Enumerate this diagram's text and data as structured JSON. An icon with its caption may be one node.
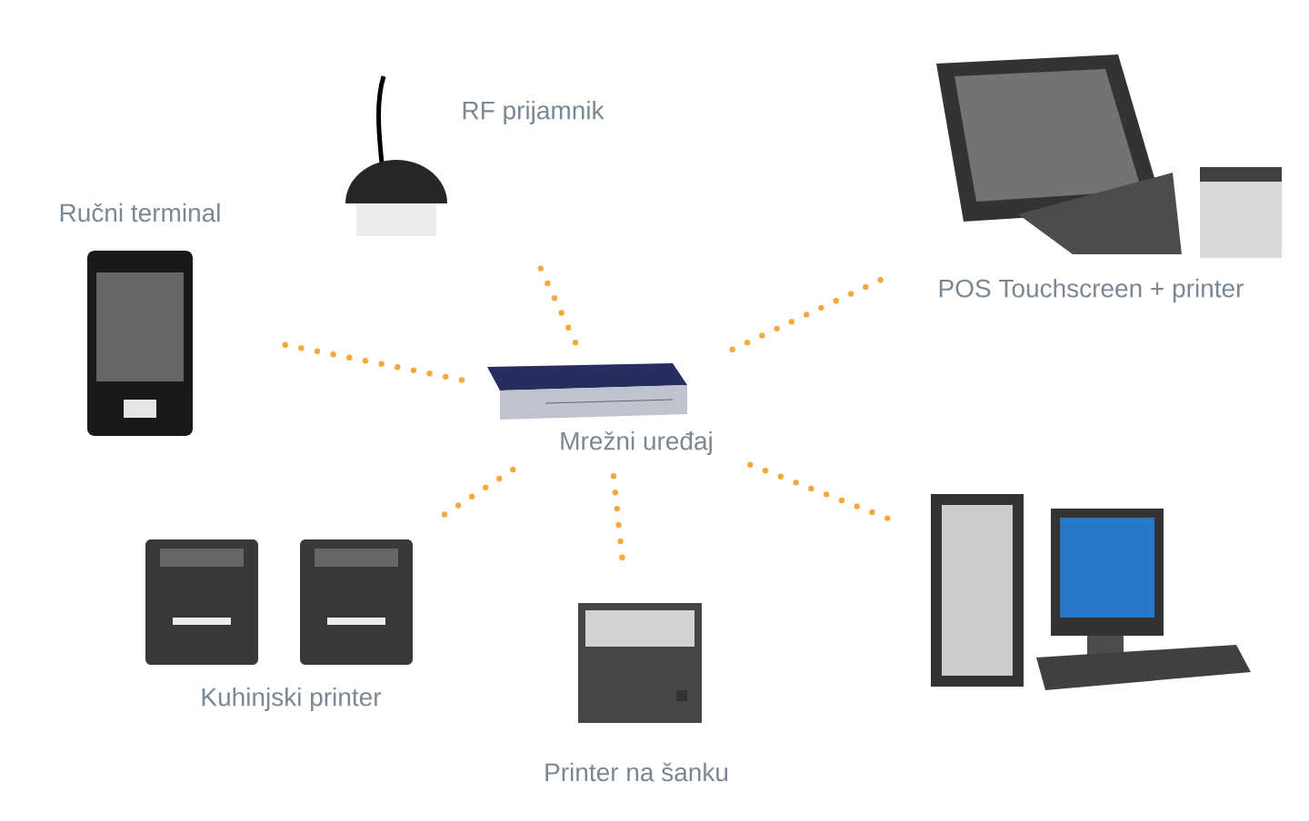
{
  "diagram": {
    "nodes": [
      {
        "text": [
          "Mrežni uređaj"
        ]
      },
      {
        "text": [
          "RF prijamnik"
        ]
      },
      {
        "text": [
          "Ručni terminal"
        ]
      },
      {
        "text": [
          "POS Touchscreen + printer"
        ]
      },
      {
        "text": [
          "Kuhinjski printer"
        ]
      },
      {
        "text": [
          "Printer na šanku"
        ]
      },
      {
        "text": [],
        "shape": "picture"
      }
    ],
    "edges": [
      {
        "from": 0,
        "to": 1,
        "arrow": "none"
      },
      {
        "from": 0,
        "to": 2,
        "arrow": "none"
      },
      {
        "from": 0,
        "to": 3,
        "arrow": "none"
      },
      {
        "from": 0,
        "to": 4,
        "arrow": "none"
      },
      {
        "from": 0,
        "to": 5,
        "arrow": "none"
      },
      {
        "from": 0,
        "to": 6,
        "arrow": "none"
      }
    ]
  }
}
